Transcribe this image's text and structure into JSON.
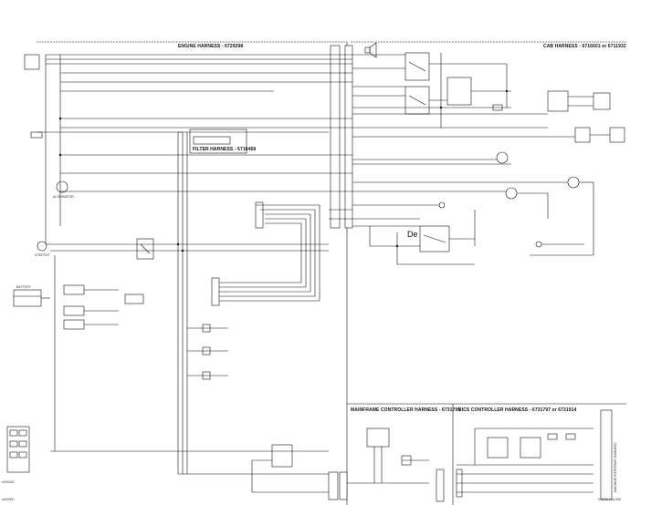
{
  "harnesses": {
    "engine": "ENGINE HARNESS - 6729298",
    "cab": "CAB HARNESS - 6716601 or 6711932",
    "filter": "FILTER HARNESS - 6716468",
    "mainframe": "MAINFRAME CONTROLLER HARNESS - 6731795",
    "bics": "BICS CONTROLLER HARNESS - 6731797 or 6731914"
  },
  "symbols": {
    "delay_module": "De"
  },
  "drawing_number": "V-0030-D-A.990",
  "corner_mark": "s000000",
  "bottom_left_code": "e000000",
  "right_connector": "MACHINE INTERFACE HARNESS",
  "left_component": "BATTERY",
  "starter_label": "STARTER",
  "alternator_label": "ALTERNATOR"
}
